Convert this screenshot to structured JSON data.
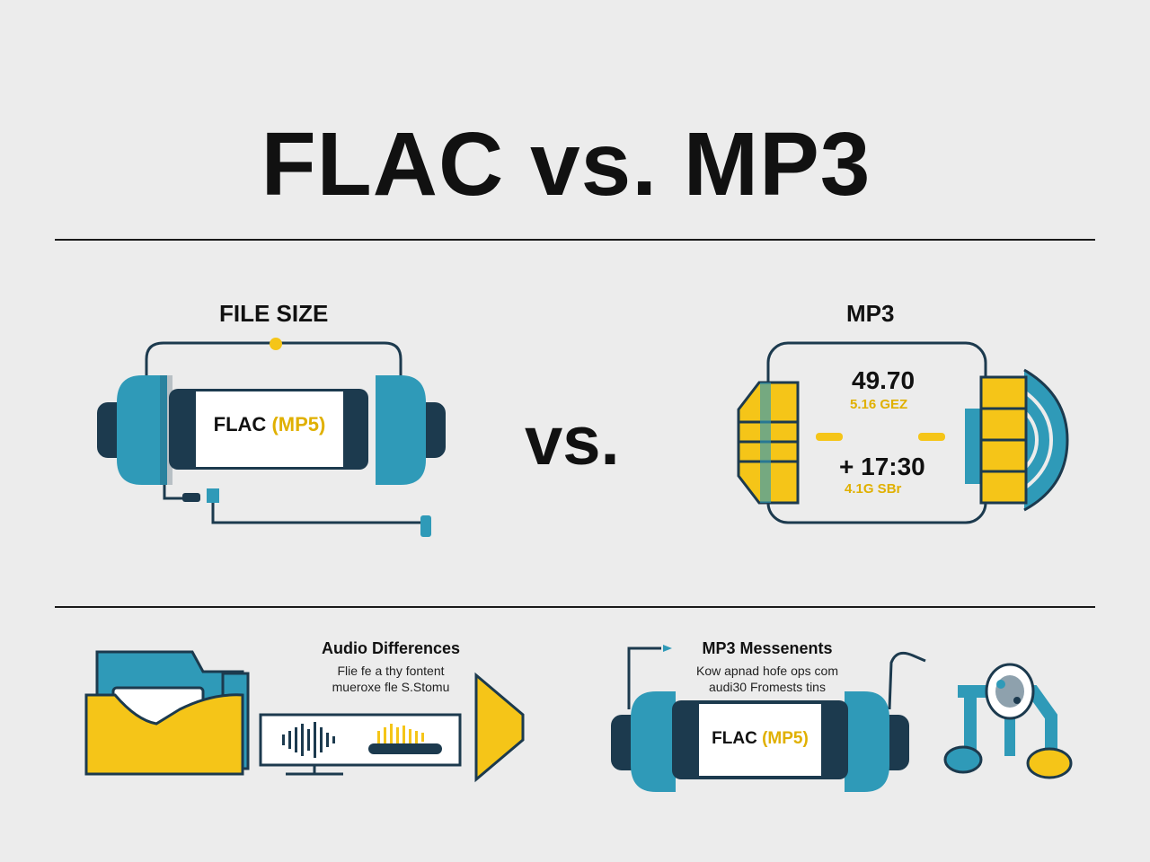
{
  "title": "FLAC vs. MP3",
  "section1": {
    "left_label": "FILE SIZE",
    "left_screen_main": "FLAC",
    "left_screen_accent": "(MP5)",
    "vs": "vs.",
    "right_label": "MP3",
    "right_value_1": "49.70",
    "right_sub_1": "5.16 GEZ",
    "right_value_2": "+ 17:30",
    "right_sub_2": "4.1G SBr"
  },
  "section2": {
    "left_heading": "Audio Differences",
    "left_text_line1": "Flie fe a thy fontent",
    "left_text_line2": "mueroxe fle S.Stomu",
    "right_heading": "MP3 Messenents",
    "right_text_line1": "Kow apnad hofe ops com",
    "right_text_line2": "audi30 Fromests tins",
    "right_screen_main": "FLAC",
    "right_screen_accent": "(MP5)"
  },
  "colors": {
    "teal": "#2f9ab8",
    "navy": "#1c3a4e",
    "yellow": "#f5c518",
    "outline": "#1c3a4e",
    "background": "#ececec"
  },
  "icons": [
    "headphones-device-icon",
    "media-player-device-icon",
    "folder-icon",
    "waveform-monitor-icon",
    "play-triangle-icon",
    "music-note-icon"
  ]
}
